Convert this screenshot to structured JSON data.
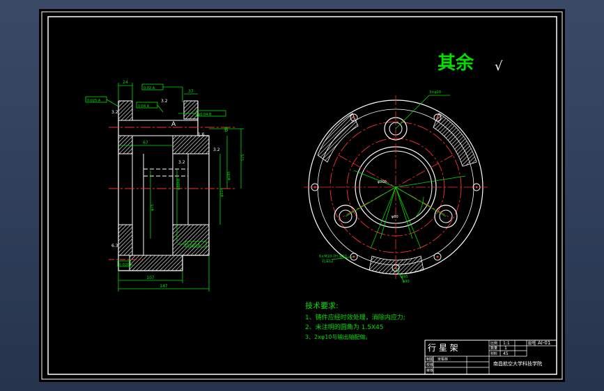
{
  "roughness": {
    "label": "其余",
    "symbol": "√"
  },
  "tech": {
    "title": "技术要求:",
    "item1": "1、铸件应经时效处理，消除内应力;",
    "item2": "2、未注明的圆角为 1.5X45",
    "item3": "3、2xφ10与输出轴配做。"
  },
  "title_block": {
    "part_name": "行 星 架",
    "r_bili": "比例",
    "bili": "1:1",
    "r_shuliang": "数量",
    "shuliang": "1",
    "r_cailiao": "材料",
    "cailiao": "45",
    "drawing_no": "AI-01",
    "r_tuhao": "图号",
    "designer": "宋栢林",
    "r_zhitu": "制图",
    "r_jiaohe": "校核",
    "r_shenhe": "审核",
    "org": "南昌航空大学科技学院"
  },
  "dims": {
    "d_24": "24",
    "d_37": "37",
    "d_67": "67",
    "d_107": "107",
    "d_147": "147",
    "d_t1": "0.02 A",
    "d_t2": "0.04 A",
    "d_t3": "0.04 A",
    "d_t4": "0.020 A",
    "d_t5": "0.020 A",
    "d_t6": "φ0.04 B",
    "d_left1": "0.025 A",
    "d_a": "A",
    "d_b": "B",
    "d_16": "1.6",
    "d_32a": "3.2",
    "d_32b": "3.2",
    "d_32c": "3.2",
    "d_32d": "3.2",
    "d_63": "6.3",
    "d_side": "575",
    "d_phi185": "φ185",
    "d_phi114": "φ114",
    "d_phi80": "φ80h8",
    "d_phi75": "φ75",
    "d_holes_top": "3×φ20",
    "d_holes_bot": "6×M10-7H 深10",
    "d_holes_bot2": "孔深12",
    "d_phi200": "φ200",
    "d_phi90": "φ90",
    "d_phi95": "φ95",
    "d_phi60": "φ60"
  }
}
